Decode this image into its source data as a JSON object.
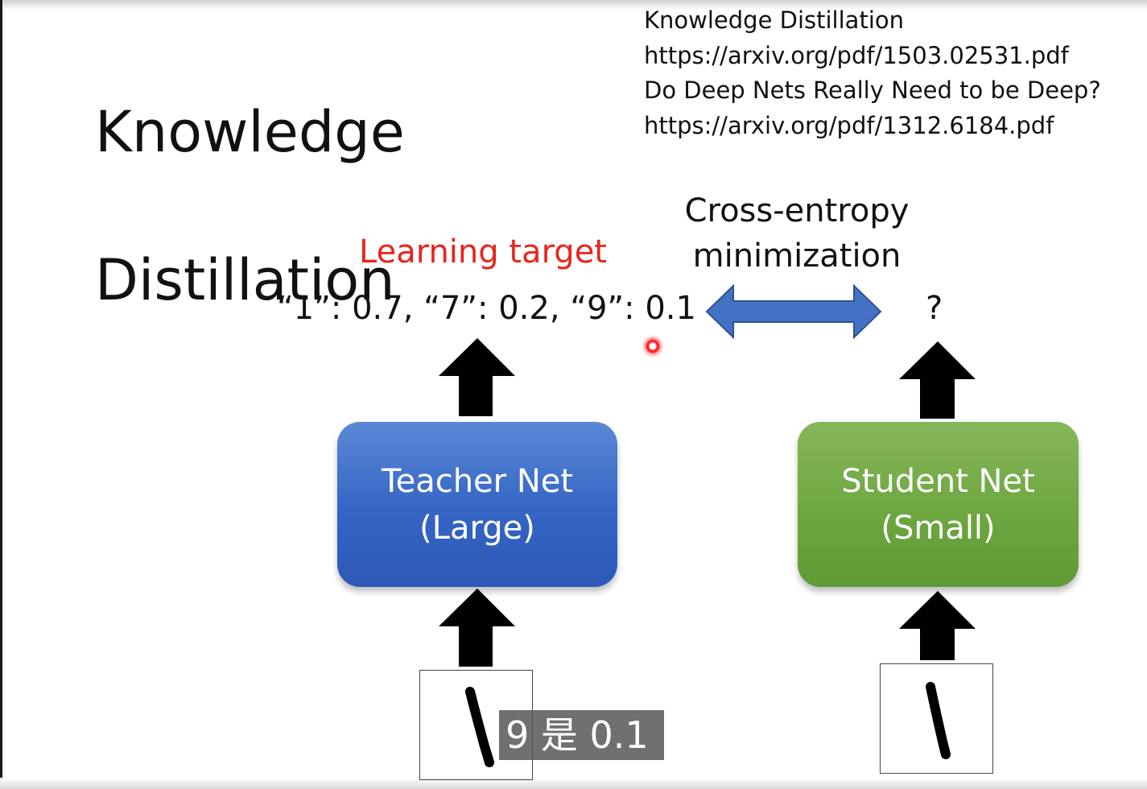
{
  "slide": {
    "title_line1": "Knowledge",
    "title_line2": "Distillation"
  },
  "references": [
    "Knowledge Distillation",
    "https://arxiv.org/pdf/1503.02531.pdf",
    "Do Deep Nets Really Need to be Deep?",
    "https://arxiv.org/pdf/1312.6184.pdf"
  ],
  "diagram": {
    "learning_target": "Learning target",
    "soft_labels": "“1”: 0.7, “7”: 0.2, “9”: 0.1",
    "cross_entropy_line1": "Cross-entropy",
    "cross_entropy_line2": "minimization",
    "student_output": "?",
    "teacher": {
      "line1": "Teacher Net",
      "line2": "(Large)"
    },
    "student": {
      "line1": "Student Net",
      "line2": "(Small)"
    }
  },
  "subtitle": "9 是 0.1",
  "colors": {
    "learning_target": "#e8251c",
    "teacher_box": "#3464c4",
    "student_box": "#6ea740",
    "double_arrow": "#4472c4",
    "arrows": "#000000"
  }
}
